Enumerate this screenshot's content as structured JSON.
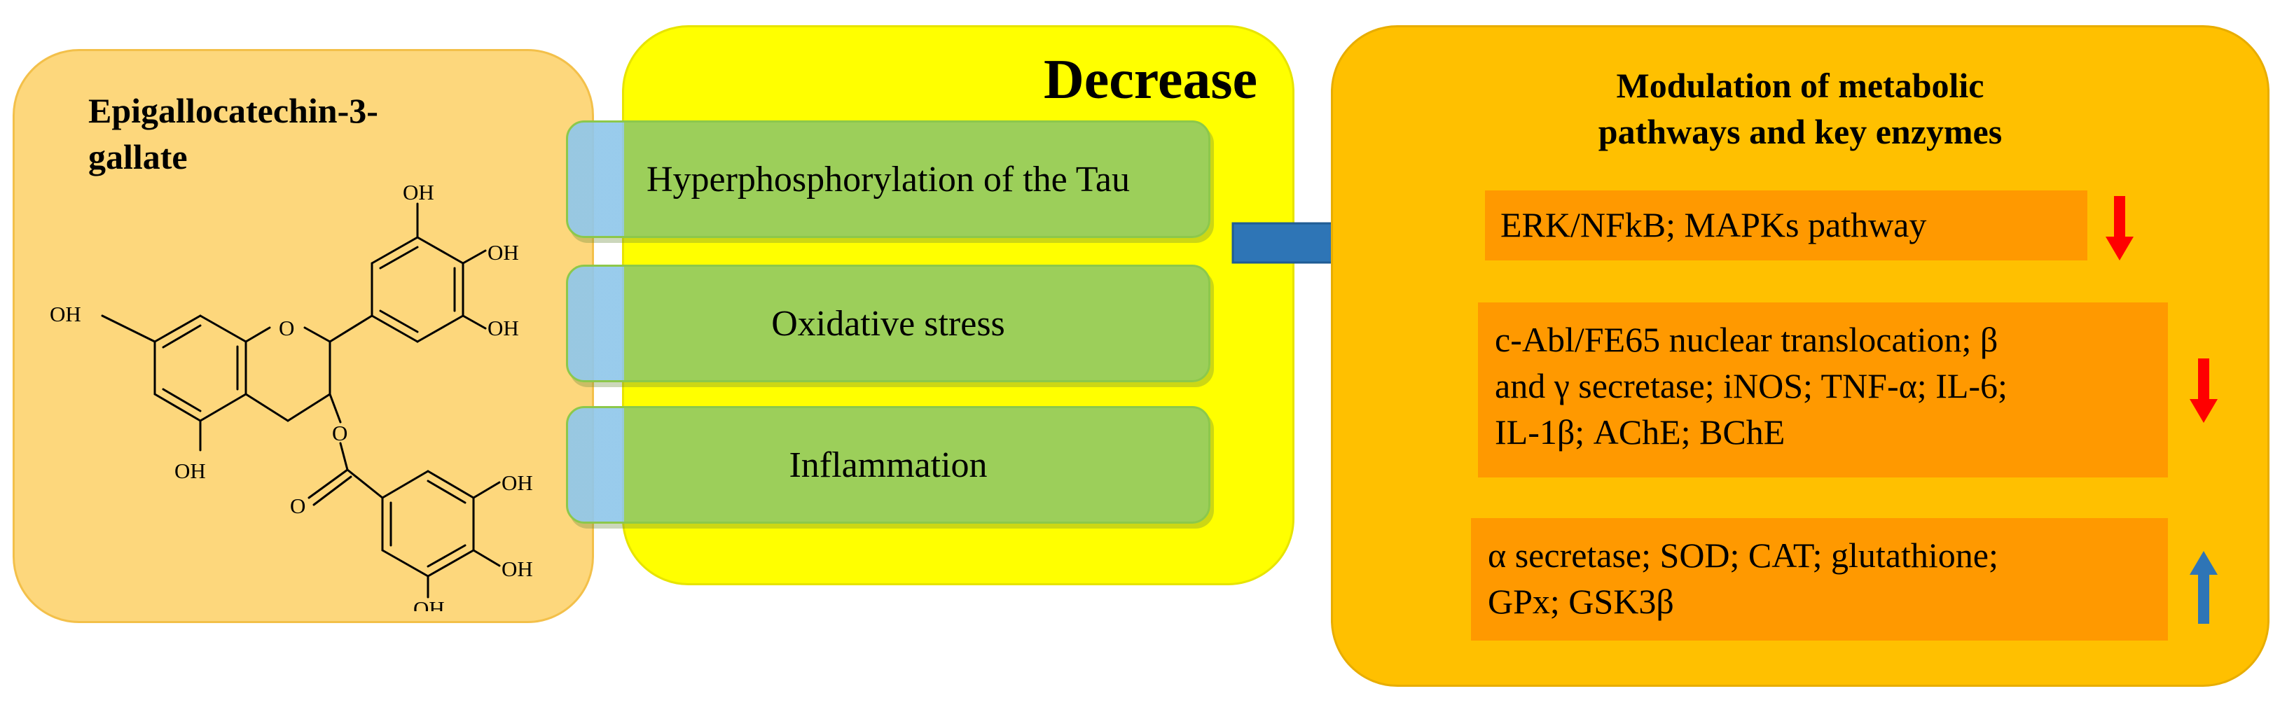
{
  "compound": {
    "title_line1": "Epigallocatechin-3-",
    "title_line2": "gallate",
    "atom_label": "O",
    "group_label": "OH"
  },
  "effects": {
    "heading": "Decrease",
    "items": [
      "Hyperphosphorylation of the Tau",
      "Oxidative stress",
      "Inflammation"
    ]
  },
  "modulation": {
    "heading_line1": "Modulation of metabolic",
    "heading_line2": "pathways and key enzymes",
    "groups": [
      {
        "lines": [
          "ERK/NFkB; MAPKs pathway"
        ],
        "direction": "down",
        "color": "#ff0000"
      },
      {
        "lines": [
          "c-Abl/FE65 nuclear translocation; β",
          "and γ secretase; iNOS; TNF-α; IL-6;",
          "IL-1β; AChE; BChE"
        ],
        "direction": "down",
        "color": "#ff0000"
      },
      {
        "lines": [
          "α secretase; SOD; CAT; glutathione;",
          "GPx; GSK3β"
        ],
        "direction": "up",
        "color": "#2e75b6"
      }
    ]
  },
  "colors": {
    "compound_panel": "#fdd77c",
    "effects_panel": "#ffff00",
    "effect_box": "#9ccf5a",
    "modulation_panel": "#ffc000",
    "enzyme_box": "#ff9900",
    "main_arrow": "#2e75b6"
  }
}
